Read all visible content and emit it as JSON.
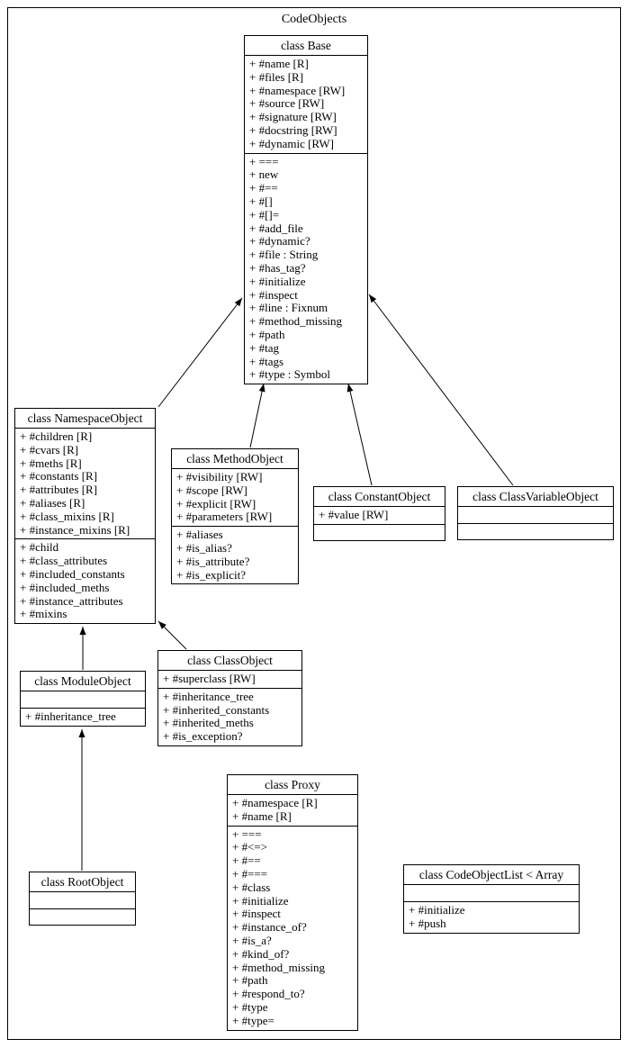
{
  "diagram": {
    "title": "CodeObjects"
  },
  "colors": {
    "line": "#000000",
    "background": "#ffffff",
    "text": "#000000"
  },
  "classes": [
    {
      "id": "base",
      "title": "class Base",
      "attributes": [
        "+ #name [R]",
        "+ #files [R]",
        "+ #namespace [RW]",
        "+ #source [RW]",
        "+ #signature [RW]",
        "+ #docstring [RW]",
        "+ #dynamic [RW]"
      ],
      "methods": [
        "+ ===",
        "+ new",
        "+ #==",
        "+ #[]",
        "+ #[]=",
        "+ #add_file",
        "+ #dynamic?",
        "+ #file : String",
        "+ #has_tag?",
        "+ #initialize",
        "+ #inspect",
        "+ #line : Fixnum",
        "+ #method_missing",
        "+ #path",
        "+ #tag",
        "+ #tags",
        "+ #type : Symbol"
      ]
    },
    {
      "id": "namespace_object",
      "title": "class NamespaceObject",
      "attributes": [
        "+ #children [R]",
        "+ #cvars [R]",
        "+ #meths [R]",
        "+ #constants [R]",
        "+ #attributes [R]",
        "+ #aliases [R]",
        "+ #class_mixins [R]",
        "+ #instance_mixins [R]"
      ],
      "methods": [
        "+ #child",
        "+ #class_attributes",
        "+ #included_constants",
        "+ #included_meths",
        "+ #instance_attributes",
        "+ #mixins"
      ]
    },
    {
      "id": "method_object",
      "title": "class MethodObject",
      "attributes": [
        "+ #visibility [RW]",
        "+ #scope [RW]",
        "+ #explicit [RW]",
        "+ #parameters [RW]"
      ],
      "methods": [
        "+ #aliases",
        "+ #is_alias?",
        "+ #is_attribute?",
        "+ #is_explicit?"
      ]
    },
    {
      "id": "constant_object",
      "title": "class ConstantObject",
      "attributes": [
        "+ #value [RW]"
      ],
      "methods": []
    },
    {
      "id": "class_variable_object",
      "title": "class ClassVariableObject",
      "attributes": [],
      "methods": []
    },
    {
      "id": "module_object",
      "title": "class ModuleObject",
      "attributes": [],
      "methods": [
        "+ #inheritance_tree"
      ]
    },
    {
      "id": "class_object",
      "title": "class ClassObject",
      "attributes": [
        "+ #superclass [RW]"
      ],
      "methods": [
        "+ #inheritance_tree",
        "+ #inherited_constants",
        "+ #inherited_meths",
        "+ #is_exception?"
      ]
    },
    {
      "id": "root_object",
      "title": "class RootObject",
      "attributes": [],
      "methods": []
    },
    {
      "id": "proxy",
      "title": "class Proxy",
      "attributes": [
        "+ #namespace [R]",
        "+ #name [R]"
      ],
      "methods": [
        "+ ===",
        "+ #<=>",
        "+ #==",
        "+ #===",
        "+ #class",
        "+ #initialize",
        "+ #inspect",
        "+ #instance_of?",
        "+ #is_a?",
        "+ #kind_of?",
        "+ #method_missing",
        "+ #path",
        "+ #respond_to?",
        "+ #type",
        "+ #type="
      ]
    },
    {
      "id": "code_object_list",
      "title": "class CodeObjectList < Array",
      "attributes": [],
      "methods": [
        "+ #initialize",
        "+ #push"
      ]
    }
  ],
  "edges": [
    {
      "from": "namespace_object",
      "to": "base"
    },
    {
      "from": "method_object",
      "to": "base"
    },
    {
      "from": "constant_object",
      "to": "base"
    },
    {
      "from": "class_variable_object",
      "to": "base"
    },
    {
      "from": "module_object",
      "to": "namespace_object"
    },
    {
      "from": "class_object",
      "to": "namespace_object"
    },
    {
      "from": "root_object",
      "to": "module_object"
    }
  ]
}
